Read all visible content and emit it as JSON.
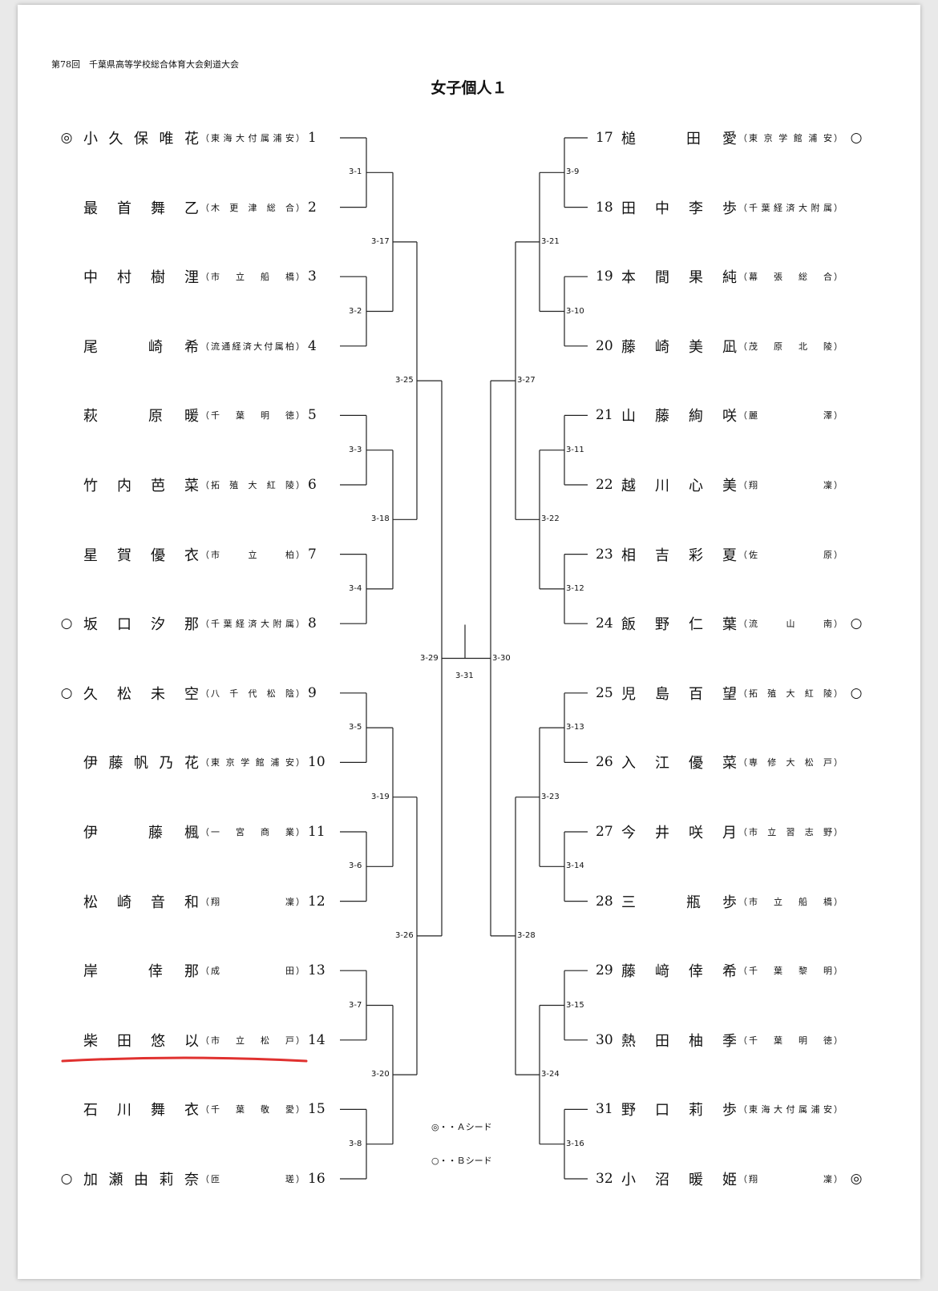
{
  "event_title": "第78回　千葉県高等学校総合体育大会剣道大会",
  "page_title": "女子個人１",
  "entries": [
    {
      "no": "1",
      "name": "小久保唯花",
      "school": "東海大付属浦安",
      "seed": "◎"
    },
    {
      "no": "2",
      "name": "最首舞乙",
      "school": "木更津総合",
      "seed": ""
    },
    {
      "no": "3",
      "name": "中村樹浬",
      "school": "市立船橋",
      "seed": ""
    },
    {
      "no": "4",
      "name": "尾崎希",
      "school": "流通経済大付属柏",
      "seed": ""
    },
    {
      "no": "5",
      "name": "萩原暖",
      "school": "千葉明徳",
      "seed": ""
    },
    {
      "no": "6",
      "name": "竹内芭菜",
      "school": "拓殖大紅陵",
      "seed": ""
    },
    {
      "no": "7",
      "name": "星賀優衣",
      "school": "市立柏",
      "seed": ""
    },
    {
      "no": "8",
      "name": "坂口汐那",
      "school": "千葉経済大附属",
      "seed": "○"
    },
    {
      "no": "9",
      "name": "久松未空",
      "school": "八千代松陰",
      "seed": "○"
    },
    {
      "no": "10",
      "name": "伊藤帆乃花",
      "school": "東京学館浦安",
      "seed": ""
    },
    {
      "no": "11",
      "name": "伊藤楓",
      "school": "一宮商業",
      "seed": ""
    },
    {
      "no": "12",
      "name": "松崎音和",
      "school": "翔凜",
      "seed": ""
    },
    {
      "no": "13",
      "name": "岸倖那",
      "school": "成田",
      "seed": ""
    },
    {
      "no": "14",
      "name": "柴田悠以",
      "school": "市立松戸",
      "seed": ""
    },
    {
      "no": "15",
      "name": "石川舞衣",
      "school": "千葉敬愛",
      "seed": ""
    },
    {
      "no": "16",
      "name": "加瀬由莉奈",
      "school": "匝瑳",
      "seed": "○"
    },
    {
      "no": "17",
      "name": "槌田愛",
      "school": "東京学館浦安",
      "seed": "○"
    },
    {
      "no": "18",
      "name": "田中李歩",
      "school": "千葉経済大附属",
      "seed": ""
    },
    {
      "no": "19",
      "name": "本間果純",
      "school": "幕張総合",
      "seed": ""
    },
    {
      "no": "20",
      "name": "藤崎美凪",
      "school": "茂原北陵",
      "seed": ""
    },
    {
      "no": "21",
      "name": "山藤絢咲",
      "school": "麗澤",
      "seed": ""
    },
    {
      "no": "22",
      "name": "越川心美",
      "school": "翔凜",
      "seed": ""
    },
    {
      "no": "23",
      "name": "相吉彩夏",
      "school": "佐原",
      "seed": ""
    },
    {
      "no": "24",
      "name": "飯野仁葉",
      "school": "流山南",
      "seed": "○"
    },
    {
      "no": "25",
      "name": "児島百望",
      "school": "拓殖大紅陵",
      "seed": "○"
    },
    {
      "no": "26",
      "name": "入江優菜",
      "school": "専修大松戸",
      "seed": ""
    },
    {
      "no": "27",
      "name": "今井咲月",
      "school": "市立習志野",
      "seed": ""
    },
    {
      "no": "28",
      "name": "三瓶歩",
      "school": "市立船橋",
      "seed": ""
    },
    {
      "no": "29",
      "name": "藤﨑倖希",
      "school": "千葉黎明",
      "seed": ""
    },
    {
      "no": "30",
      "name": "熱田柚季",
      "school": "千葉明徳",
      "seed": ""
    },
    {
      "no": "31",
      "name": "野口莉歩",
      "school": "東海大付属浦安",
      "seed": ""
    },
    {
      "no": "32",
      "name": "小沼暖姫",
      "school": "翔凜",
      "seed": "◎"
    }
  ],
  "matches": {
    "r1": [
      "3-1",
      "3-2",
      "3-3",
      "3-4",
      "3-5",
      "3-6",
      "3-7",
      "3-8",
      "3-9",
      "3-10",
      "3-11",
      "3-12",
      "3-13",
      "3-14",
      "3-15",
      "3-16"
    ],
    "r2": [
      "3-17",
      "3-18",
      "3-19",
      "3-20",
      "3-21",
      "3-22",
      "3-23",
      "3-24"
    ],
    "r3": [
      "3-25",
      "3-26",
      "3-27",
      "3-28"
    ],
    "semi": [
      "3-29",
      "3-30"
    ],
    "final": "3-31"
  },
  "legend": {
    "a_seed": "◎・・Ａシード",
    "b_seed": "○・・Ｂシード"
  },
  "highlight_entry": "14"
}
